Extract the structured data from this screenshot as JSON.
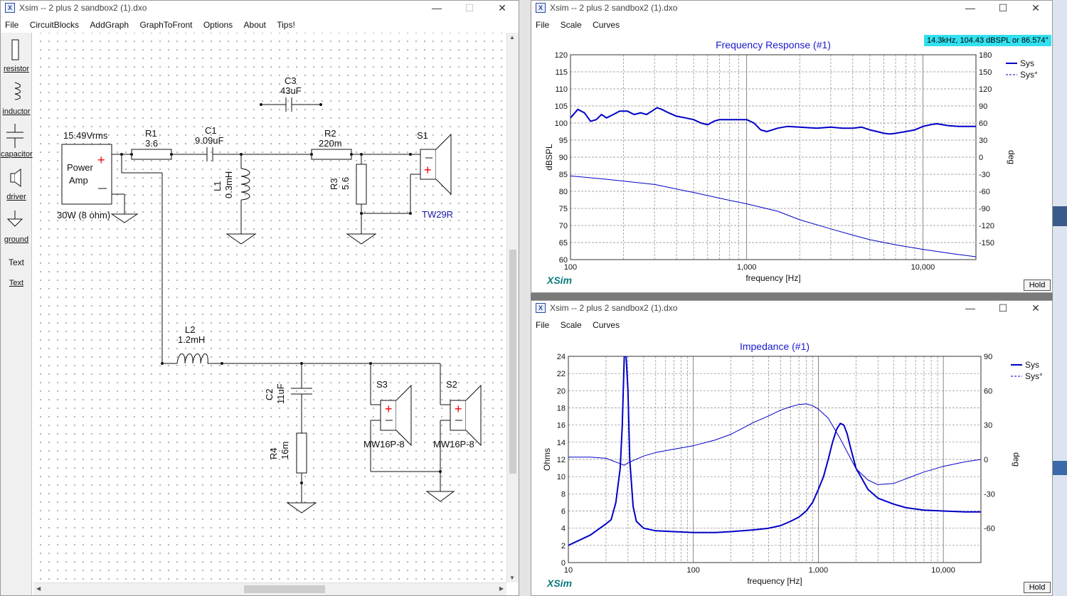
{
  "schematic_window": {
    "title": "Xsim -- 2 plus 2 sandbox2 (1).dxo",
    "menu": [
      "File",
      "CircuitBlocks",
      "AddGraph",
      "GraphToFront",
      "Options",
      "About",
      "Tips!"
    ],
    "tools": [
      "resistor",
      "inductor",
      "capacitor",
      "driver",
      "ground",
      "Text",
      "Text"
    ],
    "components": {
      "amp_voltage": "15.49Vrms",
      "amp_label_1": "Power",
      "amp_label_2": "Amp",
      "amp_rating": "30W (8 ohm)",
      "r1_name": "R1",
      "r1_value": "3.6",
      "c1_name": "C1",
      "c1_value": "9.09uF",
      "c3_name": "C3",
      "c3_value": "43uF",
      "r2_name": "R2",
      "r2_value": "220m",
      "s1_name": "S1",
      "s1_model": "TW29R",
      "l1_name": "L1",
      "l1_value": "0.3mH",
      "r3_name": "R3",
      "r3_value": "5.6",
      "l2_name": "L2",
      "l2_value": "1.2mH",
      "c2_name": "C2",
      "c2_value": "11uF",
      "r4_name": "R4",
      "r4_value": "16m",
      "s3_name": "S3",
      "s3_model": "MW16P-8",
      "s2_name": "S2",
      "s2_model": "MW16P-8"
    }
  },
  "freq_window": {
    "title": "Xsim -- 2 plus 2 sandbox2 (1).dxo",
    "menu": [
      "File",
      "Scale",
      "Curves"
    ],
    "readout": "14.3kHz, 104.43 dBSPL or 86.574°",
    "brand": "XSim",
    "hold": "Hold"
  },
  "imp_window": {
    "title": "Xsim -- 2 plus 2 sandbox2 (1).dxo",
    "menu": [
      "File",
      "Scale",
      "Curves"
    ],
    "brand": "XSim",
    "hold": "Hold"
  },
  "chart_data": [
    {
      "type": "line",
      "title": "Frequency Response (#1)",
      "xlabel": "frequency [Hz]",
      "ylabel": "dBSPL",
      "y2label": "deg",
      "xscale": "log",
      "xlim": [
        100,
        20000
      ],
      "ylim": [
        60,
        120
      ],
      "y2lim": [
        -180,
        180
      ],
      "xticks": [
        100,
        1000,
        10000
      ],
      "xtick_labels": [
        "100",
        "1,000",
        "10,000"
      ],
      "yticks": [
        60,
        65,
        70,
        75,
        80,
        85,
        90,
        95,
        100,
        105,
        110,
        115,
        120
      ],
      "y2ticks": [
        -150,
        -120,
        -90,
        -60,
        -30,
        0,
        30,
        60,
        90,
        120,
        150,
        180
      ],
      "grid": true,
      "legend": "top-right",
      "series": [
        {
          "name": "Sys",
          "axis": "left",
          "style": "solid",
          "color": "#0000c8",
          "x": [
            100,
            110,
            120,
            130,
            140,
            150,
            160,
            175,
            190,
            210,
            230,
            250,
            270,
            290,
            310,
            330,
            360,
            400,
            450,
            500,
            550,
            600,
            650,
            700,
            800,
            900,
            1000,
            1100,
            1200,
            1300,
            1400,
            1500,
            1700,
            2000,
            2500,
            3000,
            3500,
            4000,
            4500,
            5000,
            5500,
            6000,
            6500,
            7000,
            8000,
            9000,
            10000,
            11000,
            12000,
            13000,
            14000,
            16000,
            18000,
            20000
          ],
          "y": [
            101.5,
            104,
            103,
            100.5,
            101,
            102.5,
            101.5,
            102.5,
            103.5,
            103.5,
            102.5,
            103,
            102.5,
            103.5,
            104.5,
            104,
            103,
            102,
            101.5,
            101,
            100,
            99.5,
            100.5,
            101,
            101,
            101,
            101,
            100,
            98,
            97.5,
            98,
            98.5,
            99,
            98.8,
            98.5,
            98.8,
            98.5,
            98.5,
            98.8,
            98,
            97.5,
            97,
            96.8,
            97,
            97.5,
            98,
            99,
            99.5,
            99.8,
            99.5,
            99.2,
            99,
            99,
            99
          ]
        },
        {
          "name": "Sys°",
          "axis": "right",
          "style": "solid-thin",
          "color": "#0000c8",
          "x": [
            100,
            150,
            200,
            300,
            400,
            500,
            700,
            1000,
            1500,
            2000,
            3000,
            4000,
            5000,
            7000,
            10000,
            15000,
            20000
          ],
          "y": [
            -33,
            -38,
            -42,
            -48,
            -56,
            -62,
            -72,
            -82,
            -95,
            -110,
            -126,
            -137,
            -145,
            -154,
            -162,
            -170,
            -175
          ]
        }
      ]
    },
    {
      "type": "line",
      "title": "Impedance (#1)",
      "xlabel": "frequency [Hz]",
      "ylabel": "Ohms",
      "y2label": "deg",
      "xscale": "log",
      "xlim": [
        10,
        20000
      ],
      "ylim": [
        0,
        24
      ],
      "y2lim": [
        -90,
        90
      ],
      "xticks": [
        10,
        100,
        1000,
        10000
      ],
      "xtick_labels": [
        "10",
        "100",
        "1,000",
        "10,000"
      ],
      "yticks": [
        0,
        2,
        4,
        6,
        8,
        10,
        12,
        14,
        16,
        18,
        20,
        22,
        24
      ],
      "y2ticks": [
        -60,
        -30,
        0,
        30,
        60,
        90
      ],
      "grid": true,
      "legend": "top-right",
      "series": [
        {
          "name": "Sys",
          "axis": "left",
          "style": "solid",
          "color": "#0000c8",
          "x": [
            10,
            15,
            20,
            22,
            24,
            26,
            27,
            28,
            29,
            30,
            31,
            33,
            35,
            40,
            50,
            70,
            100,
            150,
            200,
            300,
            400,
            500,
            600,
            700,
            800,
            900,
            1000,
            1100,
            1200,
            1300,
            1400,
            1500,
            1600,
            1700,
            1800,
            2000,
            2500,
            3000,
            4000,
            5000,
            7000,
            10000,
            15000,
            20000
          ],
          "y": [
            2,
            3.2,
            4.5,
            5,
            7,
            11,
            16,
            24,
            24,
            20,
            12,
            6.5,
            4.8,
            4,
            3.7,
            3.6,
            3.5,
            3.5,
            3.6,
            3.8,
            4,
            4.3,
            4.8,
            5.3,
            6,
            7,
            8.5,
            10,
            12,
            14,
            15.5,
            16.2,
            16,
            15,
            13.5,
            11,
            8.5,
            7.5,
            6.8,
            6.4,
            6.1,
            6,
            5.9,
            5.9
          ]
        },
        {
          "name": "Sys°",
          "axis": "right",
          "style": "solid-thin",
          "color": "#0000c8",
          "x": [
            10,
            15,
            20,
            25,
            28,
            30,
            33,
            40,
            50,
            70,
            100,
            150,
            200,
            300,
            400,
            500,
            600,
            700,
            800,
            900,
            1000,
            1200,
            1500,
            2000,
            2500,
            3000,
            4000,
            5000,
            7000,
            10000,
            15000,
            20000
          ],
          "y": [
            2,
            2,
            1,
            -3,
            -5,
            -3,
            -1,
            3,
            6,
            9,
            12,
            17,
            22,
            32,
            38,
            43,
            46,
            48,
            48.5,
            47,
            44,
            36,
            18,
            -8,
            -18,
            -22,
            -21,
            -17,
            -11,
            -6,
            -2,
            0
          ]
        }
      ]
    }
  ]
}
